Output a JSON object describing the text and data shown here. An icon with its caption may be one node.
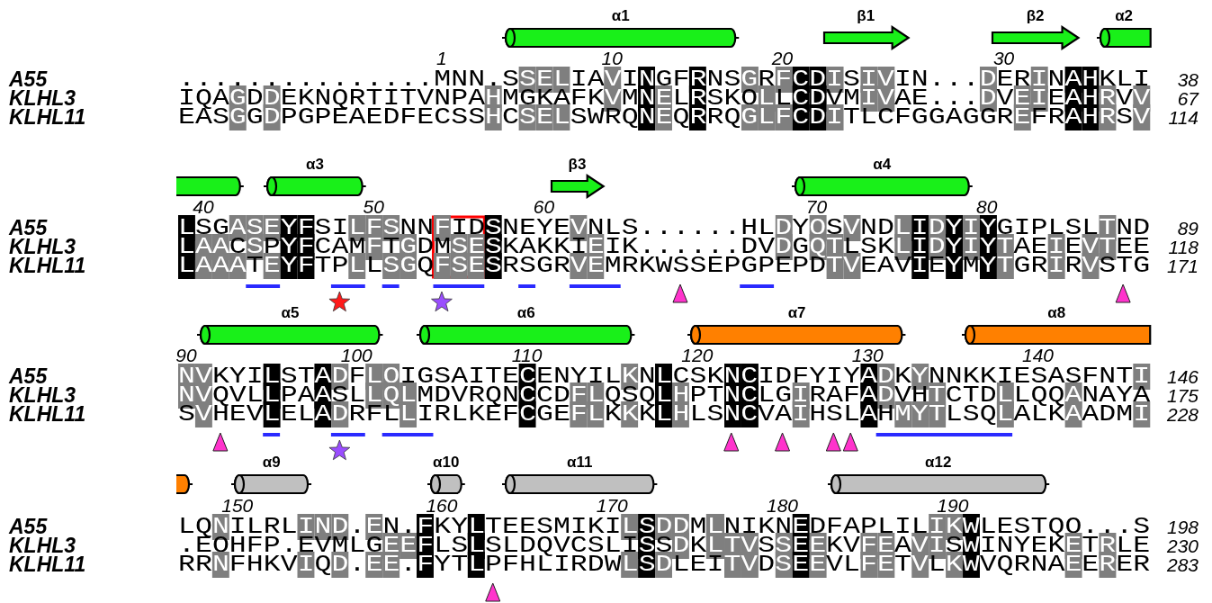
{
  "diagram": {
    "nodes": [
      {
        "text": [
          "α1"
        ]
      },
      {
        "text": [
          "β1"
        ]
      },
      {
        "text": [
          "β2"
        ]
      },
      {
        "text": [
          "α2"
        ]
      },
      {
        "text": [],
        "shape": "cylinder"
      },
      {
        "text": [
          "α3"
        ]
      },
      {
        "text": [
          "β3"
        ]
      },
      {
        "text": [
          "α4"
        ]
      },
      {
        "text": [
          "α5"
        ]
      },
      {
        "text": [
          "α6"
        ]
      },
      {
        "text": [
          "α7"
        ]
      },
      {
        "text": [
          "α8"
        ]
      },
      {
        "text": [],
        "shape": "cylinder"
      },
      {
        "text": [
          "α9"
        ]
      },
      {
        "text": [
          "α10"
        ]
      },
      {
        "text": [
          "α11"
        ]
      },
      {
        "text": [
          "α12"
        ]
      }
    ],
    "labels": [
      "1",
      "10",
      "20",
      "30",
      "A55",
      "...............MNN.SSELIAVINGFRNSGRFCDISIVIN...DERINAHKLI",
      "38",
      "KLHL3",
      "IQAGDDEKNQRTITVNPAHMGKAFKVMNELRSKQLLCDVMIVAE...DVEIEAHRVV",
      "67",
      "KLHL11",
      "EASGGDPGPEAEDFECSSHCSELSWRQNEQRRQGLFCDITLCFGGAGGREFRAHRSV",
      "114",
      "40",
      "50",
      "60",
      "70",
      "80",
      "A55",
      "LSGASEYFSILFSNNFIDSNEYEVNLS......HLDYQSVNDLIDYIYGIPLSLTND",
      "89",
      "KLHL3",
      "LAACSPYFCAMFTGDMSESKAKKIEIK......DVDGQTLSKLIDYIYTAEIEVTEE",
      "118",
      "KLHL11",
      "LAAATEYFTPLLSGQFSESRSGRVEMRKWSSEPGPEPDTVEAVIEYMYTGRIRVSTG",
      "171",
      "90",
      "100",
      "110",
      "120",
      "130",
      "140",
      "A55",
      "NVKYILSTADFLQIGSAITECENYILKNLCSKNCIDFYIYADKYNNKKIESASFNTI",
      "146",
      "KLHL3",
      "NVQVLLPAASLLQLMDVRQNCCDFLQSQLHPTNCLGIRAFADVHTCTDLLQQANAYA",
      "175",
      "KLHL11",
      "SVHEVLELADRFLLIRLKEFCGEFLKKKLHLSNCVAIHSLAHMYTLSQLALKAADMI",
      "228",
      "150",
      "160",
      "170",
      "180",
      "190",
      "A55",
      "LQNILRLIND.EN.FKYLTEESMIKILSDDMLNIKNEDFAPLILIKWLESTQQ...S",
      "198",
      "KLHL3",
      ".EQHFP.EVMLGEEFLSLSLDQVCSLISSDKLTVSSEEKVFEAVISWINYEKETRLE",
      "230",
      "KLHL11",
      "RRNFHKVIQD.EE.FYTLPFHLIRDWLSDLEITVDSEEVLFETVLKWVQRNAEERER",
      "283"
    ]
  }
}
